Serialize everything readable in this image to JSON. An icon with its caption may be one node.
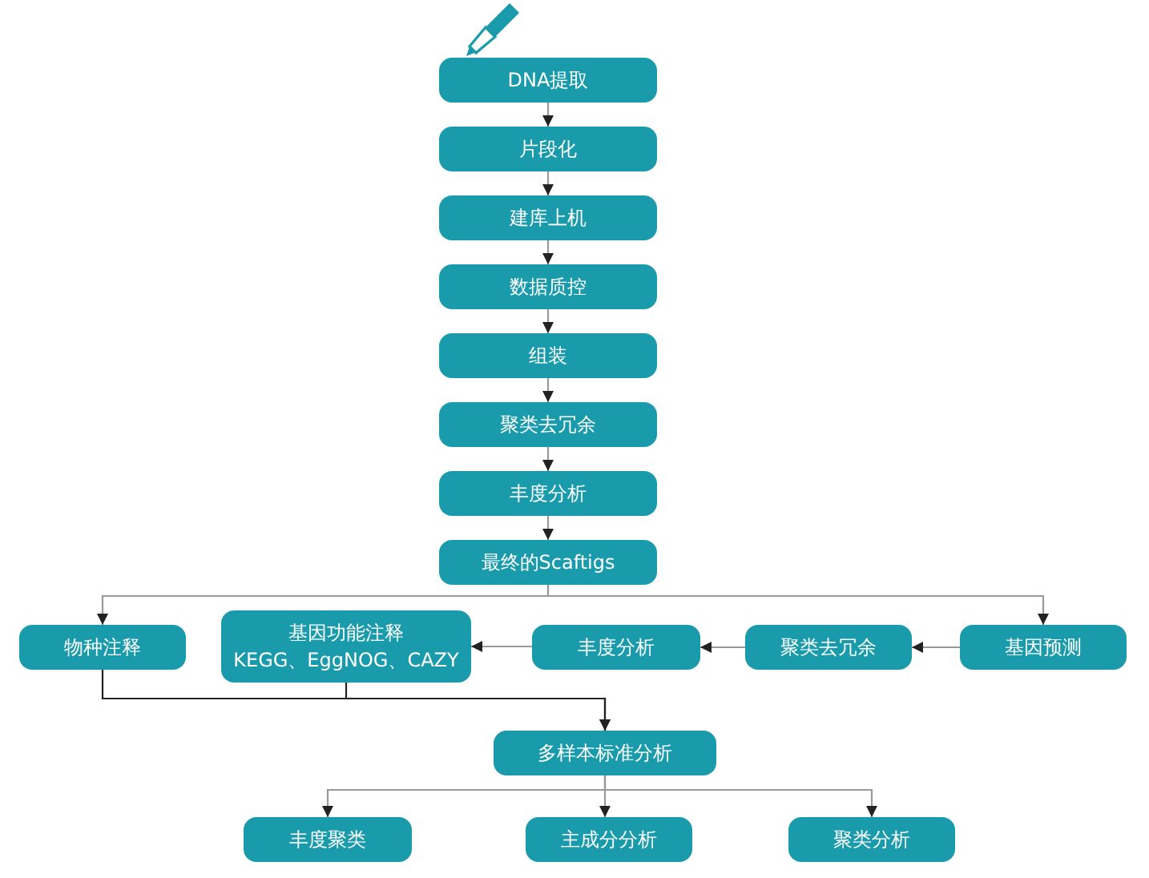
{
  "diagram": {
    "nodes": [
      {
        "text": [
          "DNA提取"
        ]
      },
      {
        "text": [
          "片段化"
        ]
      },
      {
        "text": [
          "建库上机"
        ]
      },
      {
        "text": [
          "数据质控"
        ]
      },
      {
        "text": [
          "组装"
        ]
      },
      {
        "text": [
          "聚类去冗余"
        ]
      },
      {
        "text": [
          "丰度分析"
        ]
      },
      {
        "text": [
          "最终的Scaftigs"
        ]
      },
      {
        "text": [
          "物种注释"
        ]
      },
      {
        "text": [
          "基因功能注释",
          "KEGG、EggNOG、CAZY"
        ]
      },
      {
        "text": [
          "丰度分析"
        ]
      },
      {
        "text": [
          "聚类去冗余"
        ]
      },
      {
        "text": [
          "基因预测"
        ]
      },
      {
        "text": [
          "多样本标准分析"
        ]
      },
      {
        "text": [
          "丰度聚类"
        ]
      },
      {
        "text": [
          "主成分分析"
        ]
      },
      {
        "text": [
          "聚类分析"
        ]
      }
    ],
    "edges": [
      {
        "from": 0,
        "to": 1,
        "arrow": "to"
      },
      {
        "from": 1,
        "to": 2,
        "arrow": "to"
      },
      {
        "from": 2,
        "to": 3,
        "arrow": "to"
      },
      {
        "from": 3,
        "to": 4,
        "arrow": "to"
      },
      {
        "from": 4,
        "to": 5,
        "arrow": "to"
      },
      {
        "from": 5,
        "to": 6,
        "arrow": "to"
      },
      {
        "from": 6,
        "to": 7,
        "arrow": "to"
      },
      {
        "from": 7,
        "to": 8,
        "arrow": "to"
      },
      {
        "from": 7,
        "to": 12,
        "arrow": "to"
      },
      {
        "from": 12,
        "to": 11,
        "arrow": "to"
      },
      {
        "from": 11,
        "to": 10,
        "arrow": "to"
      },
      {
        "from": 10,
        "to": 9,
        "arrow": "to"
      },
      {
        "from": 8,
        "to": 13,
        "arrow": "to",
        "color": "#222222"
      },
      {
        "from": 9,
        "to": 13,
        "arrow": "to",
        "color": "#222222"
      },
      {
        "from": 13,
        "to": 14,
        "arrow": "to"
      },
      {
        "from": 13,
        "to": 15,
        "arrow": "to"
      },
      {
        "from": 13,
        "to": 16,
        "arrow": "to"
      }
    ]
  }
}
